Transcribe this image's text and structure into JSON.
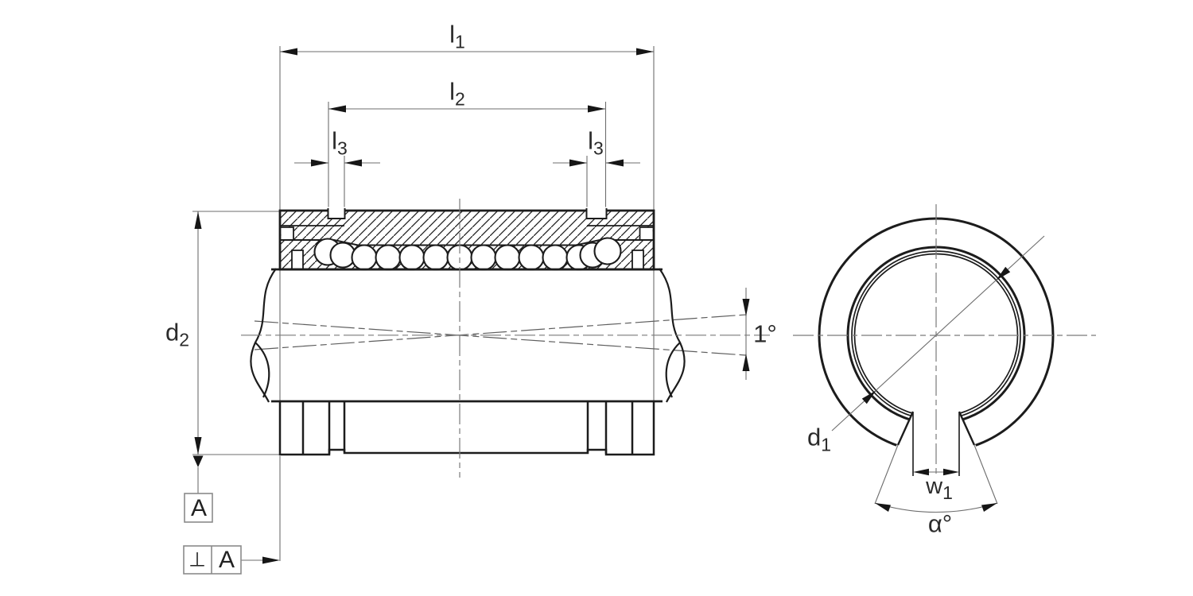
{
  "drawing": {
    "colors": {
      "background": "#ffffff",
      "outline": "#1c1c1c",
      "thin_line": "#6e6e6e",
      "centerline": "#7a7a7a",
      "arrow_fill": "#161616",
      "frame_border": "#8a8a8a",
      "text": "#2b2b2b"
    },
    "side_view": {
      "dim_l1": {
        "base": "l",
        "sub": "1"
      },
      "dim_l2": {
        "base": "l",
        "sub": "2"
      },
      "dim_l3_left": {
        "base": "l",
        "sub": "3"
      },
      "dim_l3_right": {
        "base": "l",
        "sub": "3"
      },
      "dim_d2": {
        "base": "d",
        "sub": "2"
      },
      "misalignment_angle": "1°",
      "datum_flag": "A",
      "feature_control_frame": {
        "symbol": "⊥",
        "datum": "A"
      }
    },
    "end_view": {
      "dim_d1": {
        "base": "d",
        "sub": "1"
      },
      "dim_w1": {
        "base": "w",
        "sub": "1"
      },
      "opening_angle": "α°"
    }
  }
}
